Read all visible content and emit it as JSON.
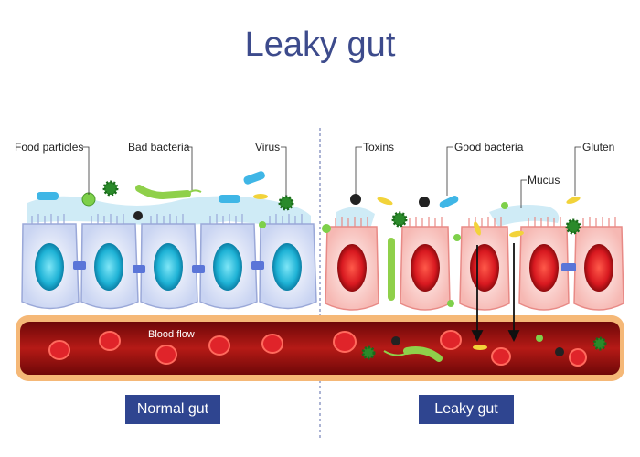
{
  "title": "Leaky gut",
  "labels": {
    "food_particles": "Food particles",
    "bad_bacteria": "Bad bacteria",
    "virus": "Virus",
    "toxins": "Toxins",
    "good_bacteria": "Good bacteria",
    "gluten": "Gluten",
    "mucus": "Mucus",
    "blood_flow": "Blood flow"
  },
  "captions": {
    "normal": "Normal gut",
    "leaky": "Leaky gut"
  },
  "colors": {
    "title": "#3d4b8c",
    "caption_bg": "#2f4590",
    "normal_nucleus": "#1fb3d6",
    "leaky_nucleus": "#d81920",
    "vessel": "#9b1212",
    "mucus": "#c7e8f4"
  }
}
